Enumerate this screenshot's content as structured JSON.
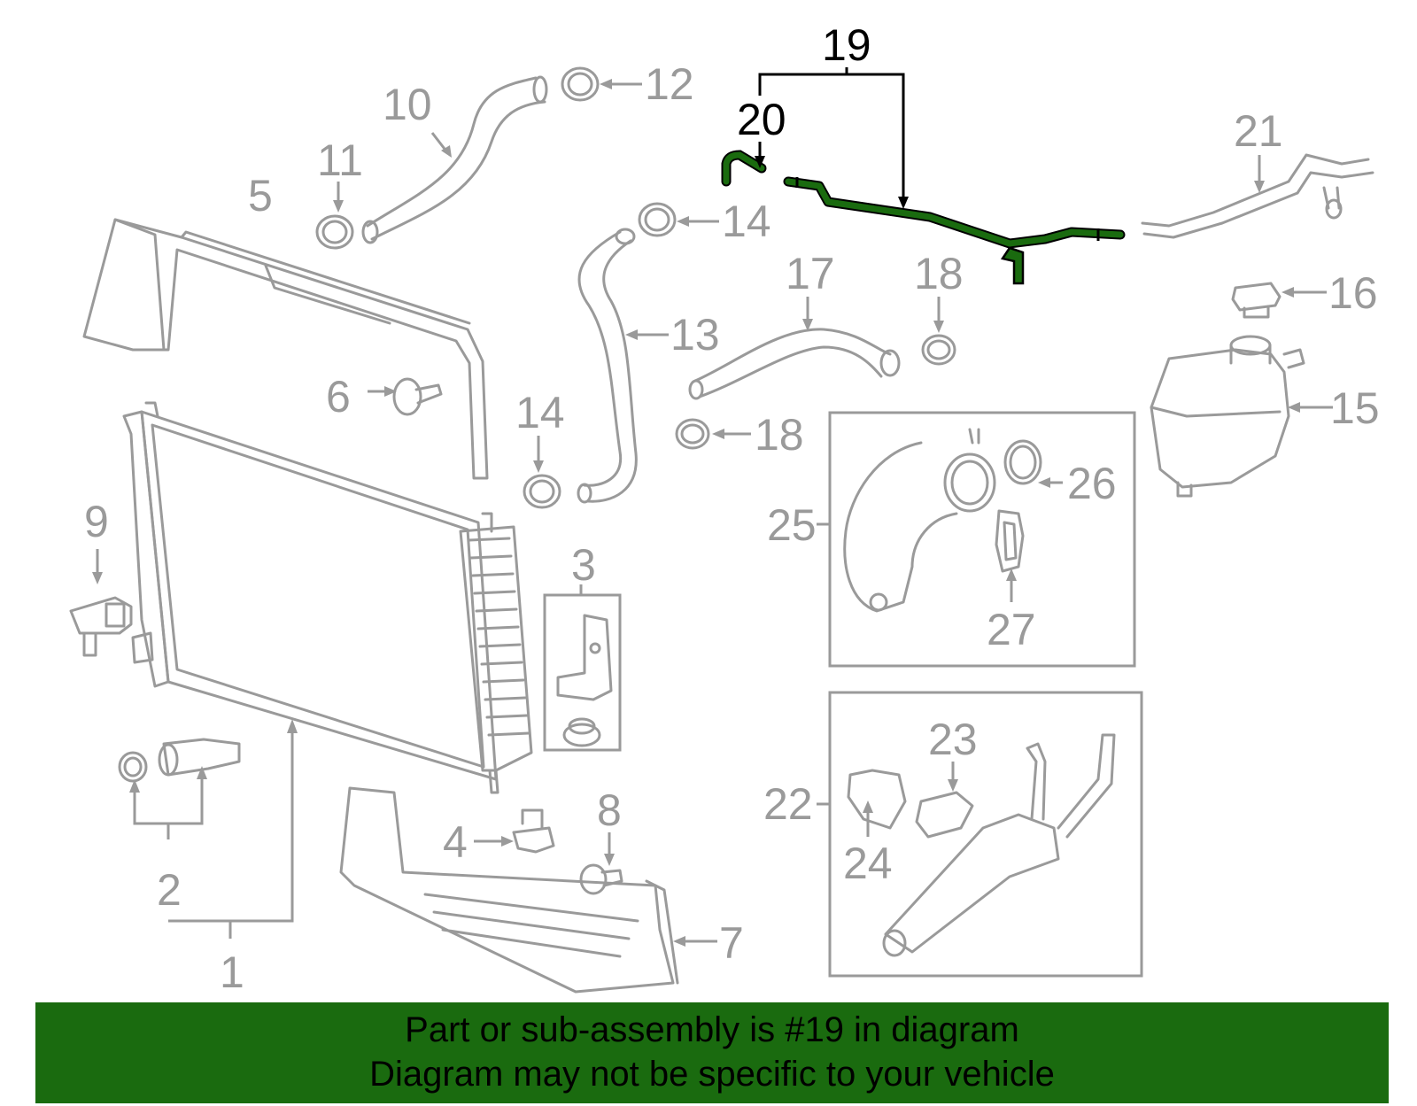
{
  "colors": {
    "highlight": "#1a6b0f",
    "part_grey": "#9a9a9a",
    "banner_bg": "#1a6b0f"
  },
  "callouts": {
    "c1": "1",
    "c2": "2",
    "c3": "3",
    "c4": "4",
    "c5": "5",
    "c6": "6",
    "c7": "7",
    "c8": "8",
    "c9": "9",
    "c10": "10",
    "c11": "11",
    "c12": "12",
    "c13": "13",
    "c14a": "14",
    "c14b": "14",
    "c15": "15",
    "c16": "16",
    "c17": "17",
    "c18a": "18",
    "c18b": "18",
    "c19": "19",
    "c20": "20",
    "c21": "21",
    "c22": "22",
    "c23": "23",
    "c24": "24",
    "c25": "25",
    "c26": "26",
    "c27": "27"
  },
  "banner": {
    "line1": "Part or sub-assembly is #19 in diagram",
    "line2": "Diagram may not be specific to your vehicle"
  }
}
